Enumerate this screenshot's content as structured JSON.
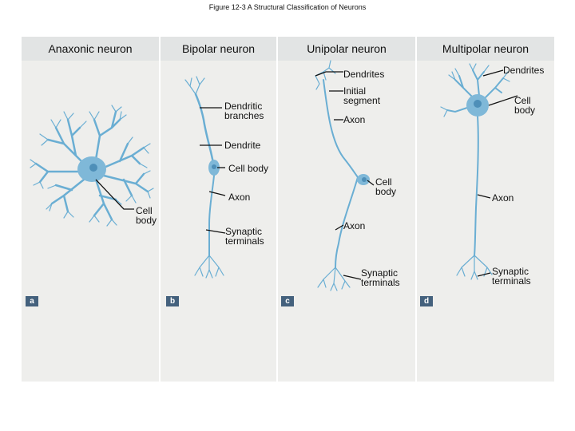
{
  "figure_title": "Figure 12-3 A Structural Classification of Neurons",
  "panels": [
    {
      "title": "Anaxonic neuron",
      "tag": "a"
    },
    {
      "title": "Bipolar neuron",
      "tag": "b"
    },
    {
      "title": "Unipolar neuron",
      "tag": "c"
    },
    {
      "title": "Multipolar neuron",
      "tag": "d"
    }
  ],
  "labels": {
    "a_cell_body": "Cell\nbody",
    "b_dendritic_branches": "Dendritic\nbranches",
    "b_dendrite": "Dendrite",
    "b_cell_body": "Cell body",
    "b_axon": "Axon",
    "b_synaptic_terminals": "Synaptic\nterminals",
    "c_dendrites": "Dendrites",
    "c_initial_segment": "Initial\nsegment",
    "c_axon_top": "Axon",
    "c_cell_body": "Cell\nbody",
    "c_axon_bottom": "Axon",
    "c_synaptic_terminals": "Synaptic\nterminals",
    "d_dendrites": "Dendrites",
    "d_cell_body": "Cell\nbody",
    "d_axon": "Axon",
    "d_synaptic_terminals": "Synaptic\nterminals"
  },
  "colors": {
    "neuron": "#7fb8d8",
    "neuron_dark": "#4e8fb8",
    "leader": "#111111"
  }
}
